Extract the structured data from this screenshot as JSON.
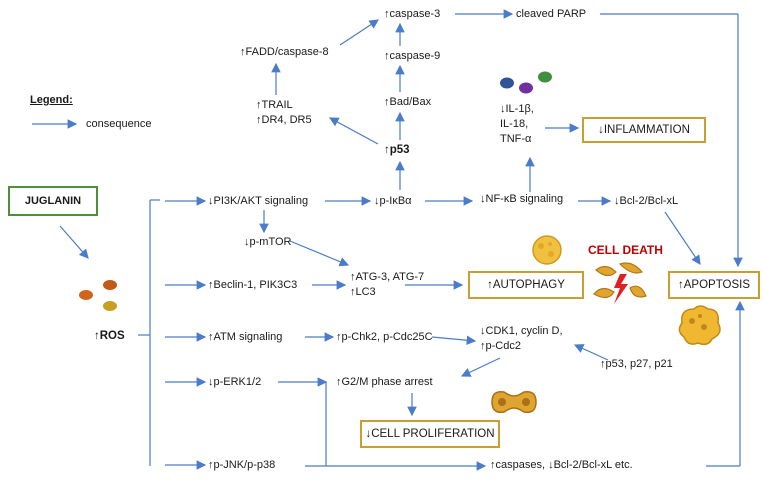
{
  "legend": {
    "title": "Legend:",
    "consequence": "consequence"
  },
  "juglanin": "JUGLANIN",
  "ros": "ROS",
  "p53": "p53",
  "nodes": {
    "caspase3": "caspase-3",
    "cleaved_parp": "cleaved PARP",
    "fadd": "FADD/caspase-8",
    "caspase9": "caspase-9",
    "bad_bax": "Bad/Bax",
    "trail": "TRAIL",
    "dr4dr5": "DR4, DR5",
    "il1b": "IL-1β,",
    "il18": "IL-18,",
    "tnfa": "TNF-α",
    "pi3k": "PI3K/AKT signaling",
    "pikba": "p-IκBα",
    "nfkb": "NF-κB signaling",
    "bcl2": "Bcl-2/Bcl-xL",
    "pmtor": "p-mTOR",
    "beclin": "Beclin-1, PIK3C3",
    "atg": "ATG-3, ATG-7",
    "lc3": "LC3",
    "atm": "ATM signaling",
    "chk2": "p-Chk2, p-Cdc25C",
    "cdk1": "CDK1, cyclin D,",
    "pcdc2": "p-Cdc2",
    "p53p27p21": "p53, p27, p21",
    "perk": "p-ERK1/2",
    "g2m": "G2/M phase arrest",
    "pjnk": "p-JNK/p-p38",
    "caspases": "caspases,",
    "bcl2etc": "Bcl-2/Bcl-xL etc."
  },
  "outcomes": {
    "inflammation": "INFLAMMATION",
    "autophagy": "AUTOPHAGY",
    "apoptosis": "APOPTOSIS",
    "cell_proliferation": "CELL PROLIFERATION",
    "cell_death": "CELL DEATH"
  },
  "colors": {
    "arrow": "#4a7cc9",
    "box_border": "#c8a032",
    "juglanin_border": "#4f8f3a",
    "cell_death": "#c00000"
  }
}
